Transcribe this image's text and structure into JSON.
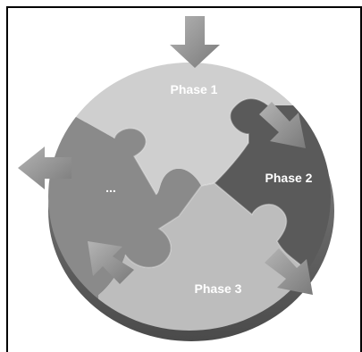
{
  "diagram": {
    "phases": [
      {
        "label": "Phase 1"
      },
      {
        "label": "Phase 2"
      },
      {
        "label": "Phase 3"
      },
      {
        "label": "..."
      }
    ],
    "colors": {
      "phase1": "#cfcfcf",
      "phase2": "#5a5a5a",
      "phase3": "#bdbdbd",
      "ellipsis": "#8a8a8a",
      "rim": "#6e6e6e",
      "arrow": "#9a9a9a"
    }
  }
}
